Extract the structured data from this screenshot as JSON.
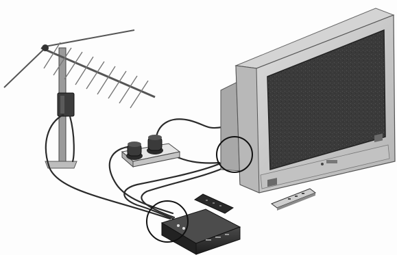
{
  "illustration": {
    "subject": "",
    "palette": {
      "background": "#fdfdfd",
      "ink": "#1e1e1e",
      "cable": "#2b2b2b",
      "tv_body": "#c8c8c8",
      "tv_shade": "#a9a9a9",
      "screen": "#3a3a3a",
      "metal": "#8a8a8a",
      "highlight": "#e6e6e6"
    },
    "components": [
      {
        "id": "antenna",
        "icon": "yagi-antenna-icon"
      },
      {
        "id": "antenna-amplifier",
        "icon": "amplifier-box-icon"
      },
      {
        "id": "power-strip",
        "icon": "power-strip-icon"
      },
      {
        "id": "power-plug-1",
        "icon": "plug-icon"
      },
      {
        "id": "power-plug-2",
        "icon": "plug-icon"
      },
      {
        "id": "television",
        "icon": "crt-tv-icon"
      },
      {
        "id": "tv-remote",
        "icon": "remote-icon"
      },
      {
        "id": "receiver-remote",
        "icon": "remote-icon"
      },
      {
        "id": "set-top-receiver",
        "icon": "set-top-box-icon"
      }
    ],
    "callouts": [
      {
        "id": "tv-input-callout",
        "shape": "circle"
      },
      {
        "id": "receiver-input-callout",
        "shape": "circle"
      }
    ]
  }
}
